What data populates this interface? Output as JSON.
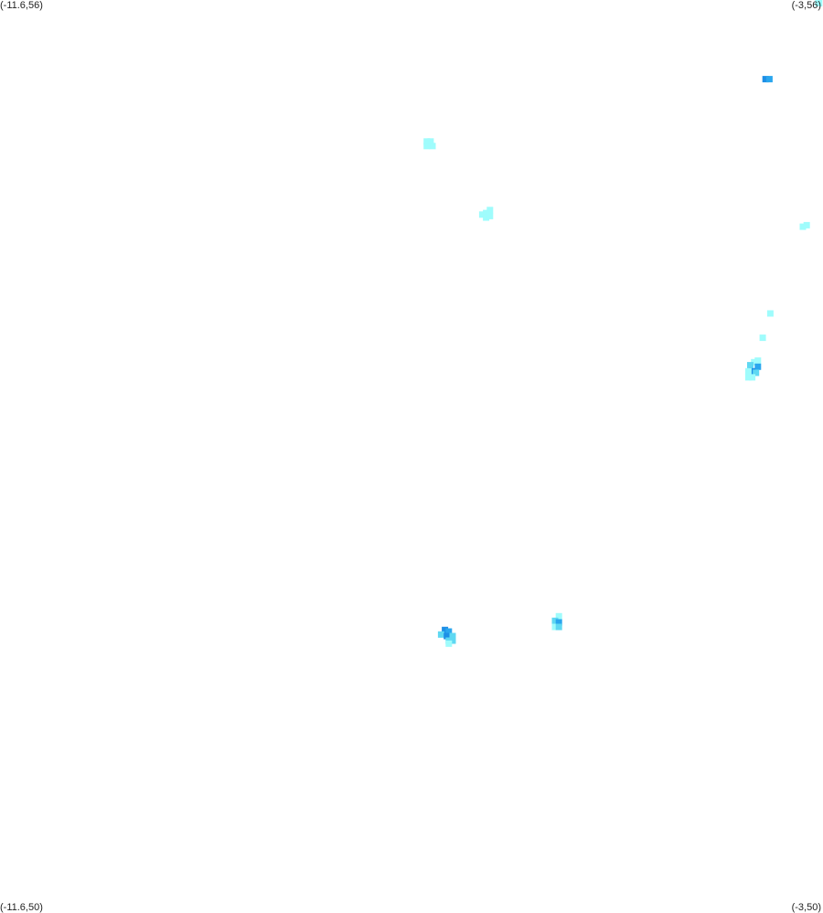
{
  "map": {
    "corners": {
      "top_left": "(-11.6,56)",
      "top_right": "(-3,56)",
      "bottom_left": "(-11.6,50)",
      "bottom_right": "(-3,50)"
    },
    "bounds": {
      "lon_min": -11.6,
      "lon_max": -3,
      "lat_min": 50,
      "lat_max": 56
    },
    "colors": {
      "low": "#9ffcfc",
      "mid": "#5fd8f2",
      "high": "#2aa6ee",
      "max": "#1e8fe6"
    },
    "cells": [
      {
        "lon": -3.05,
        "lat": 55.99,
        "level": 1
      },
      {
        "lon": -3.04,
        "lat": 55.985,
        "level": 1
      },
      {
        "lon": -3.6,
        "lat": 55.48,
        "level": 4
      },
      {
        "lon": -3.56,
        "lat": 55.48,
        "level": 3
      },
      {
        "lon": -7.14,
        "lat": 55.07,
        "level": 1
      },
      {
        "lon": -7.1,
        "lat": 55.07,
        "level": 1
      },
      {
        "lon": -7.12,
        "lat": 55.05,
        "level": 1
      },
      {
        "lon": -7.08,
        "lat": 55.04,
        "level": 1
      },
      {
        "lon": -7.14,
        "lat": 55.04,
        "level": 1
      },
      {
        "lon": -6.56,
        "lat": 54.59,
        "level": 1
      },
      {
        "lon": -6.52,
        "lat": 54.6,
        "level": 1
      },
      {
        "lon": -6.48,
        "lat": 54.62,
        "level": 1
      },
      {
        "lon": -6.52,
        "lat": 54.57,
        "level": 1
      },
      {
        "lon": -6.48,
        "lat": 54.58,
        "level": 1
      },
      {
        "lon": -3.21,
        "lat": 54.51,
        "level": 1
      },
      {
        "lon": -3.17,
        "lat": 54.52,
        "level": 1
      },
      {
        "lon": -3.55,
        "lat": 53.94,
        "level": 1
      },
      {
        "lon": -3.63,
        "lat": 53.78,
        "level": 1
      },
      {
        "lon": -3.72,
        "lat": 53.62,
        "level": 1
      },
      {
        "lon": -3.68,
        "lat": 53.63,
        "level": 1
      },
      {
        "lon": -3.76,
        "lat": 53.6,
        "level": 2
      },
      {
        "lon": -3.68,
        "lat": 53.59,
        "level": 3
      },
      {
        "lon": -3.74,
        "lat": 53.56,
        "level": 4
      },
      {
        "lon": -3.78,
        "lat": 53.56,
        "level": 1
      },
      {
        "lon": -3.7,
        "lat": 53.55,
        "level": 2
      },
      {
        "lon": -3.78,
        "lat": 53.52,
        "level": 1
      },
      {
        "lon": -3.74,
        "lat": 53.52,
        "level": 1
      },
      {
        "lon": -6.95,
        "lat": 51.86,
        "level": 4
      },
      {
        "lon": -6.91,
        "lat": 51.85,
        "level": 3
      },
      {
        "lon": -6.99,
        "lat": 51.83,
        "level": 2
      },
      {
        "lon": -6.93,
        "lat": 51.82,
        "level": 4
      },
      {
        "lon": -6.87,
        "lat": 51.82,
        "level": 2
      },
      {
        "lon": -6.91,
        "lat": 51.79,
        "level": 2
      },
      {
        "lon": -6.87,
        "lat": 51.79,
        "level": 2
      },
      {
        "lon": -6.91,
        "lat": 51.77,
        "level": 1
      },
      {
        "lon": -5.76,
        "lat": 51.95,
        "level": 1
      },
      {
        "lon": -5.8,
        "lat": 51.92,
        "level": 2
      },
      {
        "lon": -5.76,
        "lat": 51.91,
        "level": 3
      },
      {
        "lon": -5.8,
        "lat": 51.88,
        "level": 1
      },
      {
        "lon": -5.76,
        "lat": 51.88,
        "level": 2
      }
    ]
  }
}
